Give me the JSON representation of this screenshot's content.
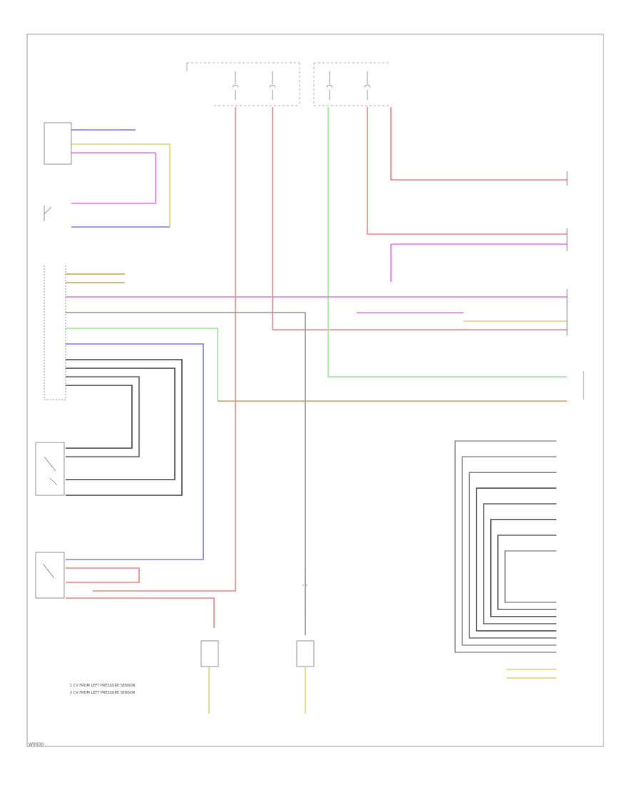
{
  "diagram": {
    "footer_code": "W0000",
    "notes": [
      "1  CV FROM LEFT PRESSURE SENSOR",
      "2  CV FROM LEFT PRESSURE SENSOR"
    ],
    "colors": {
      "red": "#f08080",
      "pink": "#ff66ff",
      "violet": "#ff66ff",
      "green": "#90ee90",
      "blue": "#7777ff",
      "brown": "#c8a050",
      "yellow": "#e0d070",
      "gray": "#909090",
      "black": "#404040",
      "frame": "#999999"
    }
  }
}
